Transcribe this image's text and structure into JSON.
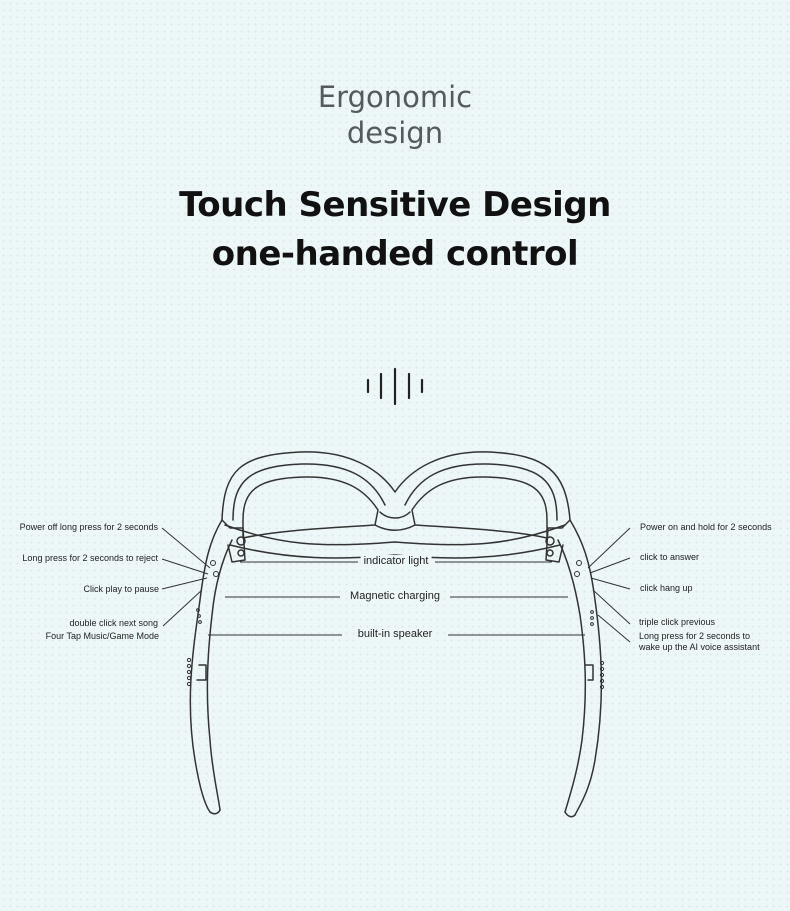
{
  "header": {
    "subtitle_line1": "Ergonomic",
    "subtitle_line2": "design",
    "headline_line1": "Touch Sensitive Design",
    "headline_line2": "one-handed control"
  },
  "center_labels": {
    "indicator": "indicator light",
    "charging": "Magnetic charging",
    "speaker": "built-in speaker"
  },
  "left_labels": {
    "power_off": "Power off long press for 2 seconds",
    "reject": "Long press for 2 seconds to reject",
    "play_pause": "Click play to pause",
    "next_song": "double click next song",
    "four_tap": "Four Tap Music/Game Mode"
  },
  "right_labels": {
    "power_on": "Power on and hold for 2 seconds",
    "answer": "click to answer",
    "hang_up": "click hang up",
    "previous": "triple click previous",
    "voice_line1": "Long press for 2 seconds to",
    "voice_line2": "wake up the AI voice assistant"
  },
  "icons": {
    "touch": "sound-wave-icon"
  },
  "colors": {
    "background": "#eef7f8",
    "line": "#333333"
  }
}
